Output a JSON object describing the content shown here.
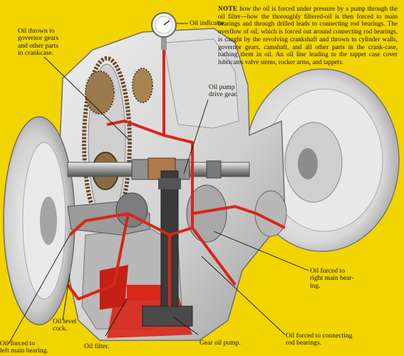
{
  "note": {
    "lead": "NOTE",
    "text": "how the oil is forced under pressure by a pump through the oil filter—how the thoroughly filtered-oil is then forced to main bearings and through drilled leads to connecting rod bearings. The overflow of oil, which is forced out around connecting rod bearings, is caught by the revolving crankshaft and thrown to cylinder walls, governor gears, camshaft, and all other parts in the crank-case, bathing them in oil. An oil line leading to the tappet case cover lubricates valve stems, rocker arms, and tappets."
  },
  "labels": {
    "oil_thrown": "Oil thrown to\ngovernor gears\nand other parts\nin crankcase.",
    "oil_indicator": "Oil indicator.",
    "pump_drive_gear": "Oil pump\ndrive gear.",
    "right_main": "Oil forced to\nright main bear-\ning.",
    "oil_level_cock": "Oil level\ncock.",
    "left_main": "Oil forced to\nleft main bearing.",
    "oil_filter": "Oil filter.",
    "gear_oil_pump": "Gear oil pump.",
    "conn_rod": "Oil forced to connecting\nrod bearings."
  },
  "colors": {
    "background": "#f2d400",
    "oil": "#d8261a",
    "metal_light": "#e4e4e4",
    "metal_dark": "#6a6a6a"
  }
}
